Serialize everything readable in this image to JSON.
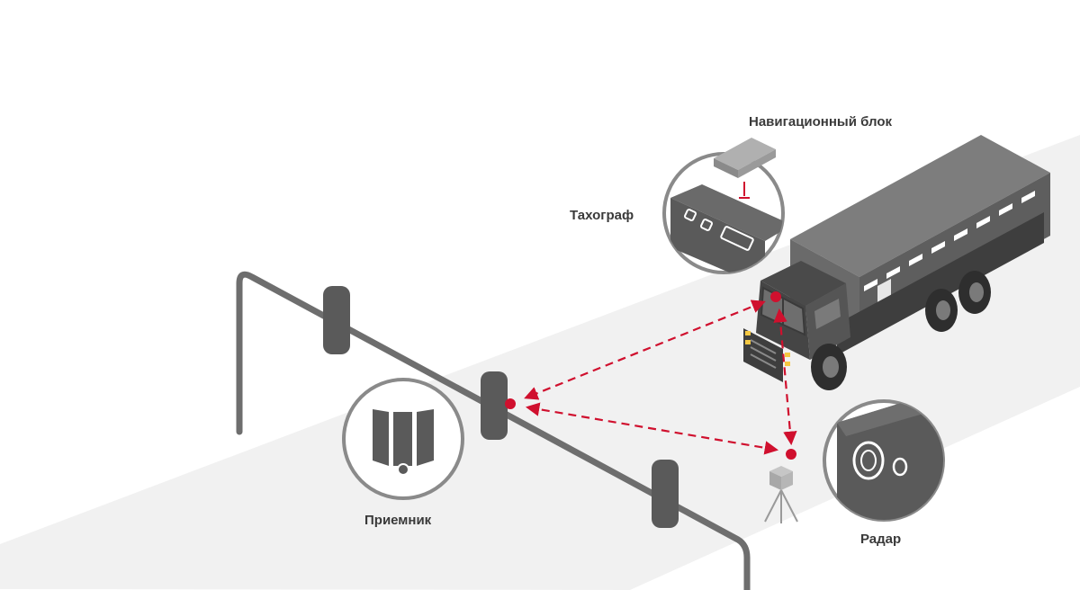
{
  "labels": {
    "navigation_unit": "Навигационный блок",
    "tachograph": "Тахограф",
    "receiver": "Приемник",
    "radar": "Радар"
  },
  "icons": {
    "truck": "truck-icon",
    "navigation_unit": "navigation-unit-icon",
    "tachograph": "tachograph-icon",
    "receiver": "receiver-icon",
    "radar": "radar-icon",
    "tripod_radar": "tripod-radar-icon",
    "gantry": "gantry-icon"
  },
  "colors": {
    "accent": "#d0102e",
    "road": "#f1f1f1",
    "dark_gray": "#5a5a5a",
    "mid_gray": "#7a7a7a",
    "light_gray": "#9a9a9a",
    "circle_border": "#8a8a8a"
  }
}
